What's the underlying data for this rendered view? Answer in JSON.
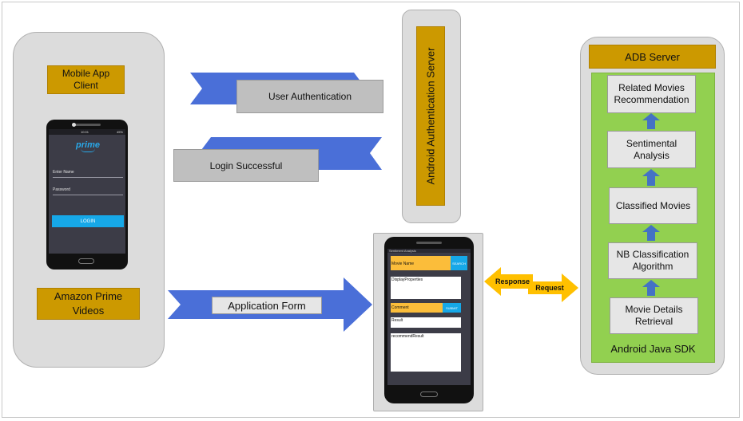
{
  "client": {
    "box_title": "Mobile App\nClient",
    "caption": "Amazon Prime\nVideos",
    "login_screen": {
      "logo": "prime",
      "status_time": "10:01",
      "status_right": "45%",
      "field_name": "Enter Name",
      "field_password": "Password",
      "login_button": "LOGIN"
    }
  },
  "arrows": {
    "user_auth": "User Authentication",
    "login_success": "Login Successful",
    "application_form": "Application Form",
    "response": "Response",
    "request": "Request"
  },
  "auth_server": {
    "label": "Android Authentication Server"
  },
  "form_phone": {
    "top_bar": "Sentiment Analysis",
    "movie_name": "Movie Name",
    "search_button": "SEARCH",
    "display_properties": "DisplayProperties",
    "comment": "Comment",
    "submit_button": "SUBMIT",
    "result": "Result",
    "recommend_result": "recommendResult"
  },
  "adb": {
    "title": "ADB Server",
    "sdk_label": "Android Java SDK",
    "steps": [
      "Related Movies\nRecommendation",
      "Sentimental\nAnalysis",
      "Classified Movies",
      "NB Classification\nAlgorithm",
      "Movie Details\nRetrieval"
    ]
  },
  "colors": {
    "gold": "#cc9900",
    "blue_arrow": "#4a6fd8",
    "green_panel": "#92d050",
    "orange_arrow": "#ffc000",
    "cyan_button": "#16a8e8"
  }
}
